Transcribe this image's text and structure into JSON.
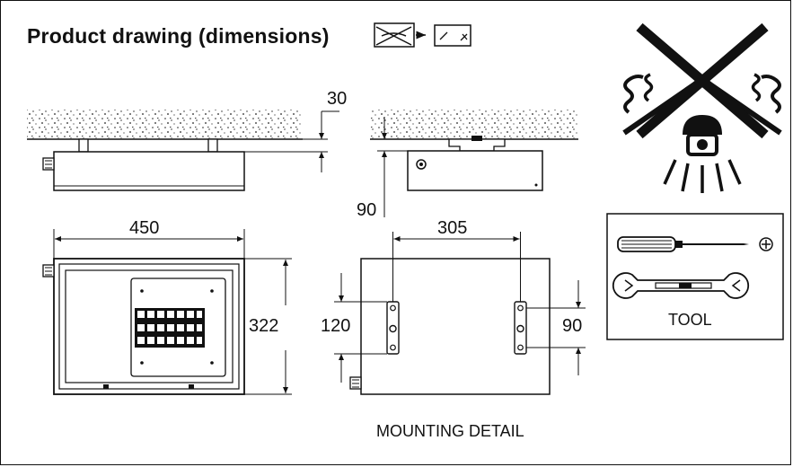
{
  "title": "Product drawing (dimensions)",
  "dimensions": {
    "side_gap": "30",
    "mount_gap": "90",
    "width": "450",
    "height": "322",
    "hole_spacing": "305",
    "bracket_left": "120",
    "bracket_right": "90"
  },
  "captions": {
    "mounting_detail": "MOUNTING DETAIL",
    "tool": "TOOL"
  },
  "icons": [
    "glass-replacement-icon",
    "no-heat-insulation-icon",
    "screwdriver-icon",
    "phillips-head-icon",
    "wrench-icon"
  ]
}
